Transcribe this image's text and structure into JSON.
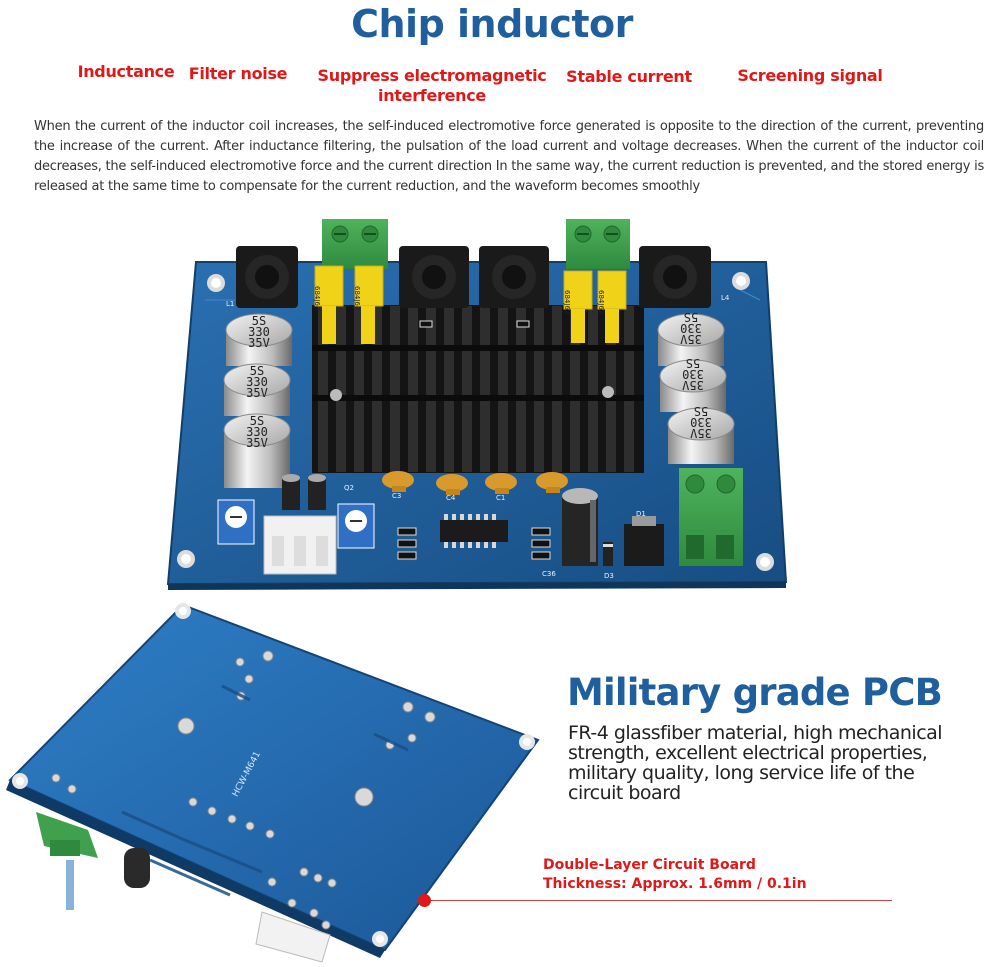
{
  "title": "Chip inductor",
  "features": [
    "Inductance",
    "Filter noise",
    "Suppress electromagnetic interference",
    "Stable current",
    "Screening signal"
  ],
  "features_lines": {
    "suppress_line1": "Suppress electromagnetic",
    "suppress_line2": "interference"
  },
  "description": "When the current of the inductor coil increases, the self-induced electromotive force generated is opposite to the direction of the current, preventing the increase of the current. After inductance filtering, the pulsation of the load current and voltage decreases. When the current of the inductor coil decreases, the self-induced electromotive force and the current direction In the same way, the current reduction is prevented, and the stored energy is released at the same time to compensate for the current reduction, and the waveform becomes smoothly",
  "pcb": {
    "title": "Military grade PCB",
    "description": "FR-4 glassfiber material, high mechanical strength, excellent electrical properties, military quality, long service life of the circuit board",
    "layer_label": "Double-Layer Circuit Board",
    "thickness_label": "Thickness: Approx. 1.6mm / 0.1in"
  },
  "board_markings": {
    "cap_line1": "5S",
    "cap_line2": "330",
    "cap_line3": "35V",
    "film_cap": "684J63",
    "model": "HCW-M641",
    "labels": [
      "L1",
      "L4",
      "C3",
      "C4",
      "C1",
      "C36",
      "D1",
      "D3",
      "Q2"
    ]
  },
  "colors": {
    "title_blue": "#1f5f9e",
    "feature_red": "#e01818",
    "board_blue": "#1d5f9d",
    "board_dark": "#174d82",
    "heatsink": "#1c1c1c",
    "terminal_green": "#3fa14d",
    "film_yellow": "#f0d218"
  }
}
